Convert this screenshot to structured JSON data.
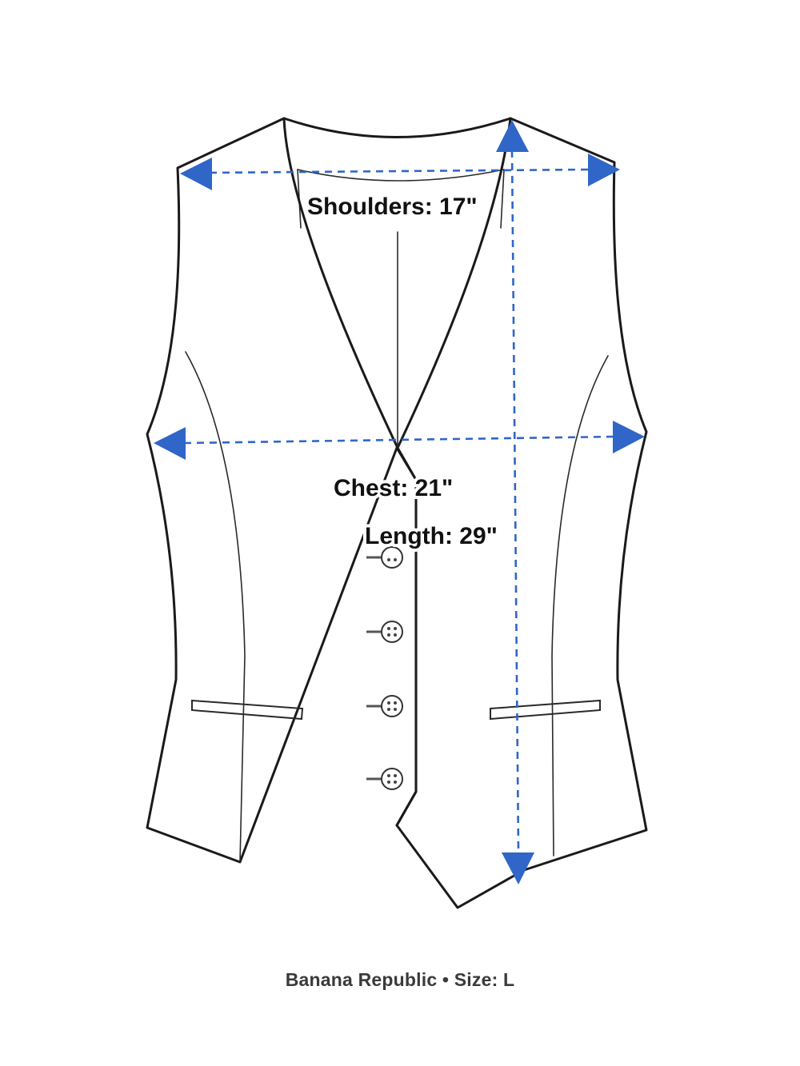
{
  "measurements": {
    "shoulders": "Shoulders: 17\"",
    "chest": "Chest: 21\"",
    "length": "Length: 29\""
  },
  "caption": "Banana Republic • Size: L",
  "colors": {
    "arrow": "#2f66c8",
    "outline": "#1a1a1a",
    "caption": "#3a3a3a"
  }
}
